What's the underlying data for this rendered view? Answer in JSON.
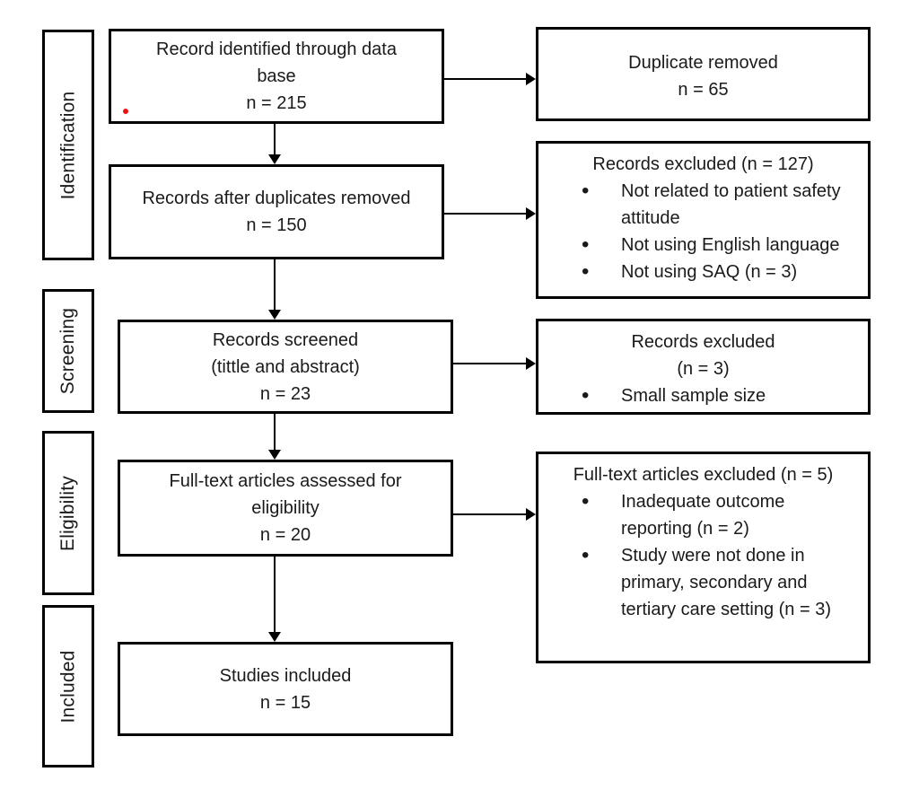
{
  "colors": {
    "box_border": "#000000",
    "background": "#ffffff",
    "arrow": "#000000",
    "marker_dot": "#ee1111"
  },
  "stages": [
    {
      "label": "Identification"
    },
    {
      "label": "Screening"
    },
    {
      "label": "Eligibility"
    },
    {
      "label": "Included"
    }
  ],
  "flow_boxes": {
    "identified": {
      "lines": [
        "Record identified through data",
        "base",
        "n = 215"
      ]
    },
    "after_duplicates": {
      "lines": [
        "Records after duplicates removed",
        "n = 150"
      ]
    },
    "screened": {
      "lines": [
        "Records screened",
        "(tittle and abstract)",
        "n = 23"
      ]
    },
    "fulltext_assessed": {
      "lines": [
        "Full-text articles assessed for",
        "eligibility",
        "n = 20"
      ]
    },
    "studies_included": {
      "lines": [
        "Studies included",
        "n = 15"
      ]
    }
  },
  "exclusion_boxes": {
    "duplicates_removed": {
      "lines": [
        "Duplicate removed",
        "n = 65"
      ]
    },
    "records_excluded_127": {
      "title": "Records excluded (n = 127)",
      "bullets": [
        "Not related to patient safety attitude",
        "Not using English language",
        "Not using SAQ (n = 3)"
      ]
    },
    "records_excluded_3": {
      "title": "Records excluded",
      "subtitle": "(n = 3)",
      "bullets": [
        "Small sample size"
      ]
    },
    "fulltext_excluded_5": {
      "title": "Full-text articles excluded (n = 5)",
      "bullets": [
        "Inadequate outcome reporting (n = 2)",
        "Study were not done in primary, secondary and tertiary care setting (n = 3)"
      ]
    }
  }
}
